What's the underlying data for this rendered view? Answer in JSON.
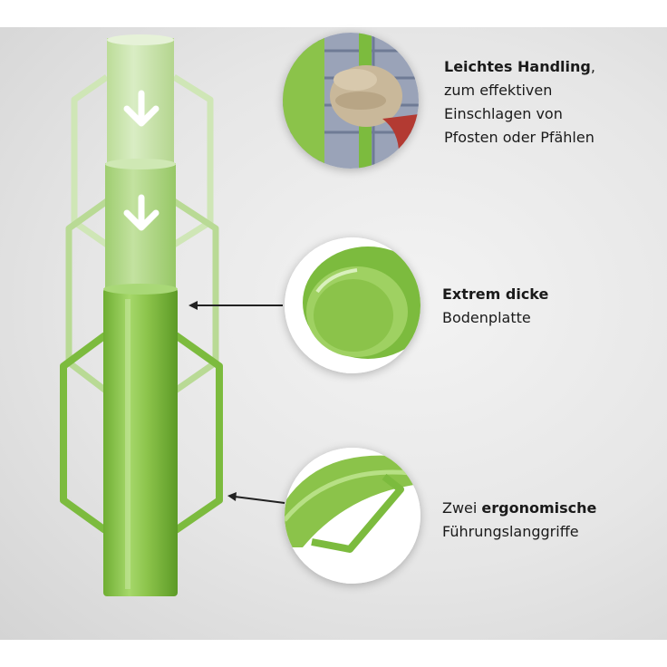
{
  "features": [
    {
      "title_bold": "Leichtes Handling",
      "title_rest": ",",
      "lines": [
        "zum effektiven",
        "Einschlagen von",
        "Pfosten oder Pfählen"
      ]
    },
    {
      "title_bold": "Extrem dicke",
      "lines": [
        "Bodenplatte"
      ]
    },
    {
      "title_pre": "Zwei ",
      "title_bold": "ergonomische",
      "lines": [
        "Führungslanggriffe"
      ]
    }
  ],
  "colors": {
    "tool_green": "#8bc34a",
    "tool_green_dark": "#5f9e2a",
    "ghost_green": "#c8e3a8",
    "arrow": "#ffffff",
    "pointer_line": "#222222",
    "background": "#e3e3e3"
  },
  "icons": [
    "down-arrow-icon",
    "down-arrow-icon",
    "pointer-arrow-icon",
    "pointer-arrow-icon"
  ]
}
